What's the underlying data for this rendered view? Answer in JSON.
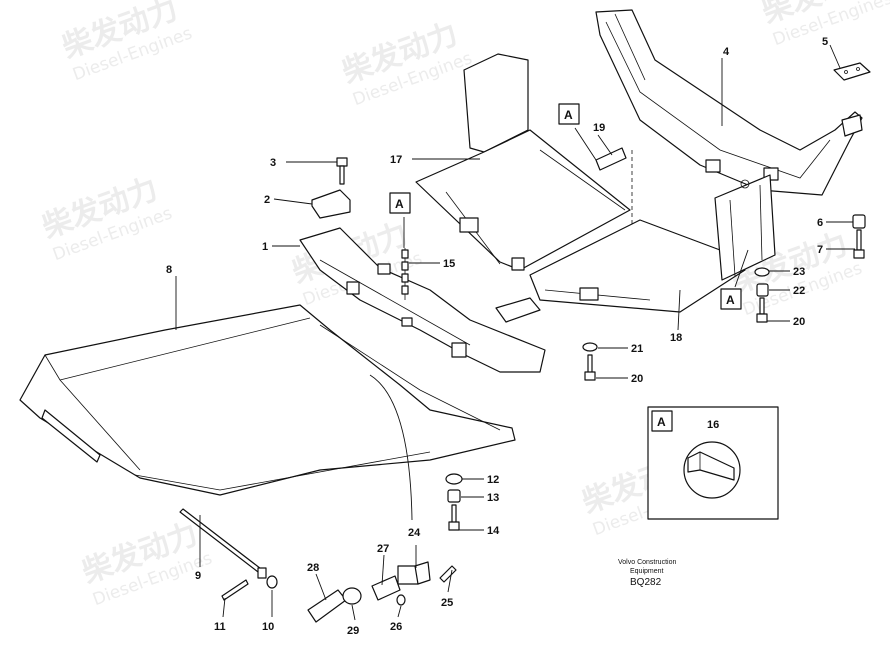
{
  "watermark": {
    "brand_cn": "柴发动力",
    "brand_en": "Diesel-Engines"
  },
  "callout_letter": "A",
  "parts": {
    "p1": "1",
    "p2": "2",
    "p3": "3",
    "p4": "4",
    "p5": "5",
    "p6": "6",
    "p7": "7",
    "p8": "8",
    "p9": "9",
    "p10": "10",
    "p11": "11",
    "p12": "12",
    "p13": "13",
    "p14": "14",
    "p15": "15",
    "p16": "16",
    "p17": "17",
    "p18": "18",
    "p19": "19",
    "p20": "20",
    "p21": "21",
    "p22": "22",
    "p23": "23",
    "p24": "24",
    "p25": "25",
    "p26": "26",
    "p27": "27",
    "p28": "28",
    "p29": "29"
  },
  "footer": {
    "line1": "Volvo Construction",
    "line2": "Equipment",
    "code": "BQ282"
  }
}
